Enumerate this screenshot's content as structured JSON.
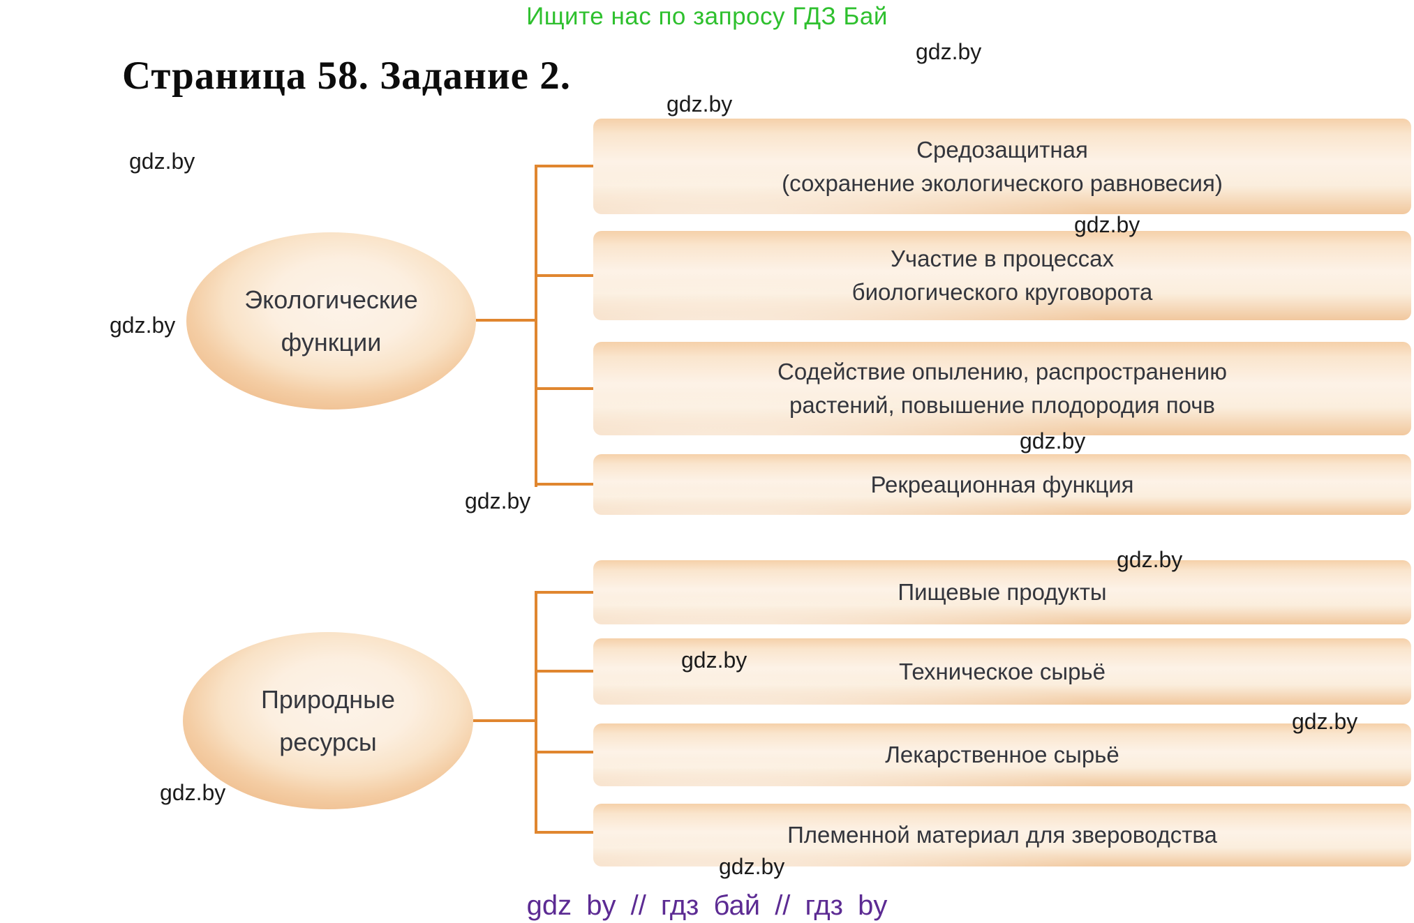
{
  "page": {
    "promo_banner": "Ищите нас по запросу ГДЗ Бай",
    "title": "Страница 58. Задание 2.",
    "watermark": "gdz.by",
    "footer": "gdz by  //  гдз бай  //  гдз by"
  },
  "colors": {
    "promo_green": "#2ec02e",
    "footer_purple": "#5c2b93",
    "connector_orange": "#e0862f",
    "box_peach": "#f1c89e",
    "box_cream": "#fdf2e7",
    "text_dark": "#33353c",
    "watermark_black": "#1b1b1b"
  },
  "diagram": {
    "groups": [
      {
        "ellipse_label": "Экологические\nфункции",
        "boxes": [
          {
            "label": "Средозащитная\n(сохранение экологического равновесия)"
          },
          {
            "label": "Участие в процессах\nбиологического круговорота"
          },
          {
            "label": "Содействие опылению, распространению\nрастений, повышение плодородия почв"
          },
          {
            "label": "Рекреационная функция"
          }
        ]
      },
      {
        "ellipse_label": "Природные\nресурсы",
        "boxes": [
          {
            "label": "Пищевые продукты"
          },
          {
            "label": "Техническое сырьё"
          },
          {
            "label": "Лекарственное сырьё"
          },
          {
            "label": "Племенной материал для звероводства"
          }
        ]
      }
    ]
  }
}
